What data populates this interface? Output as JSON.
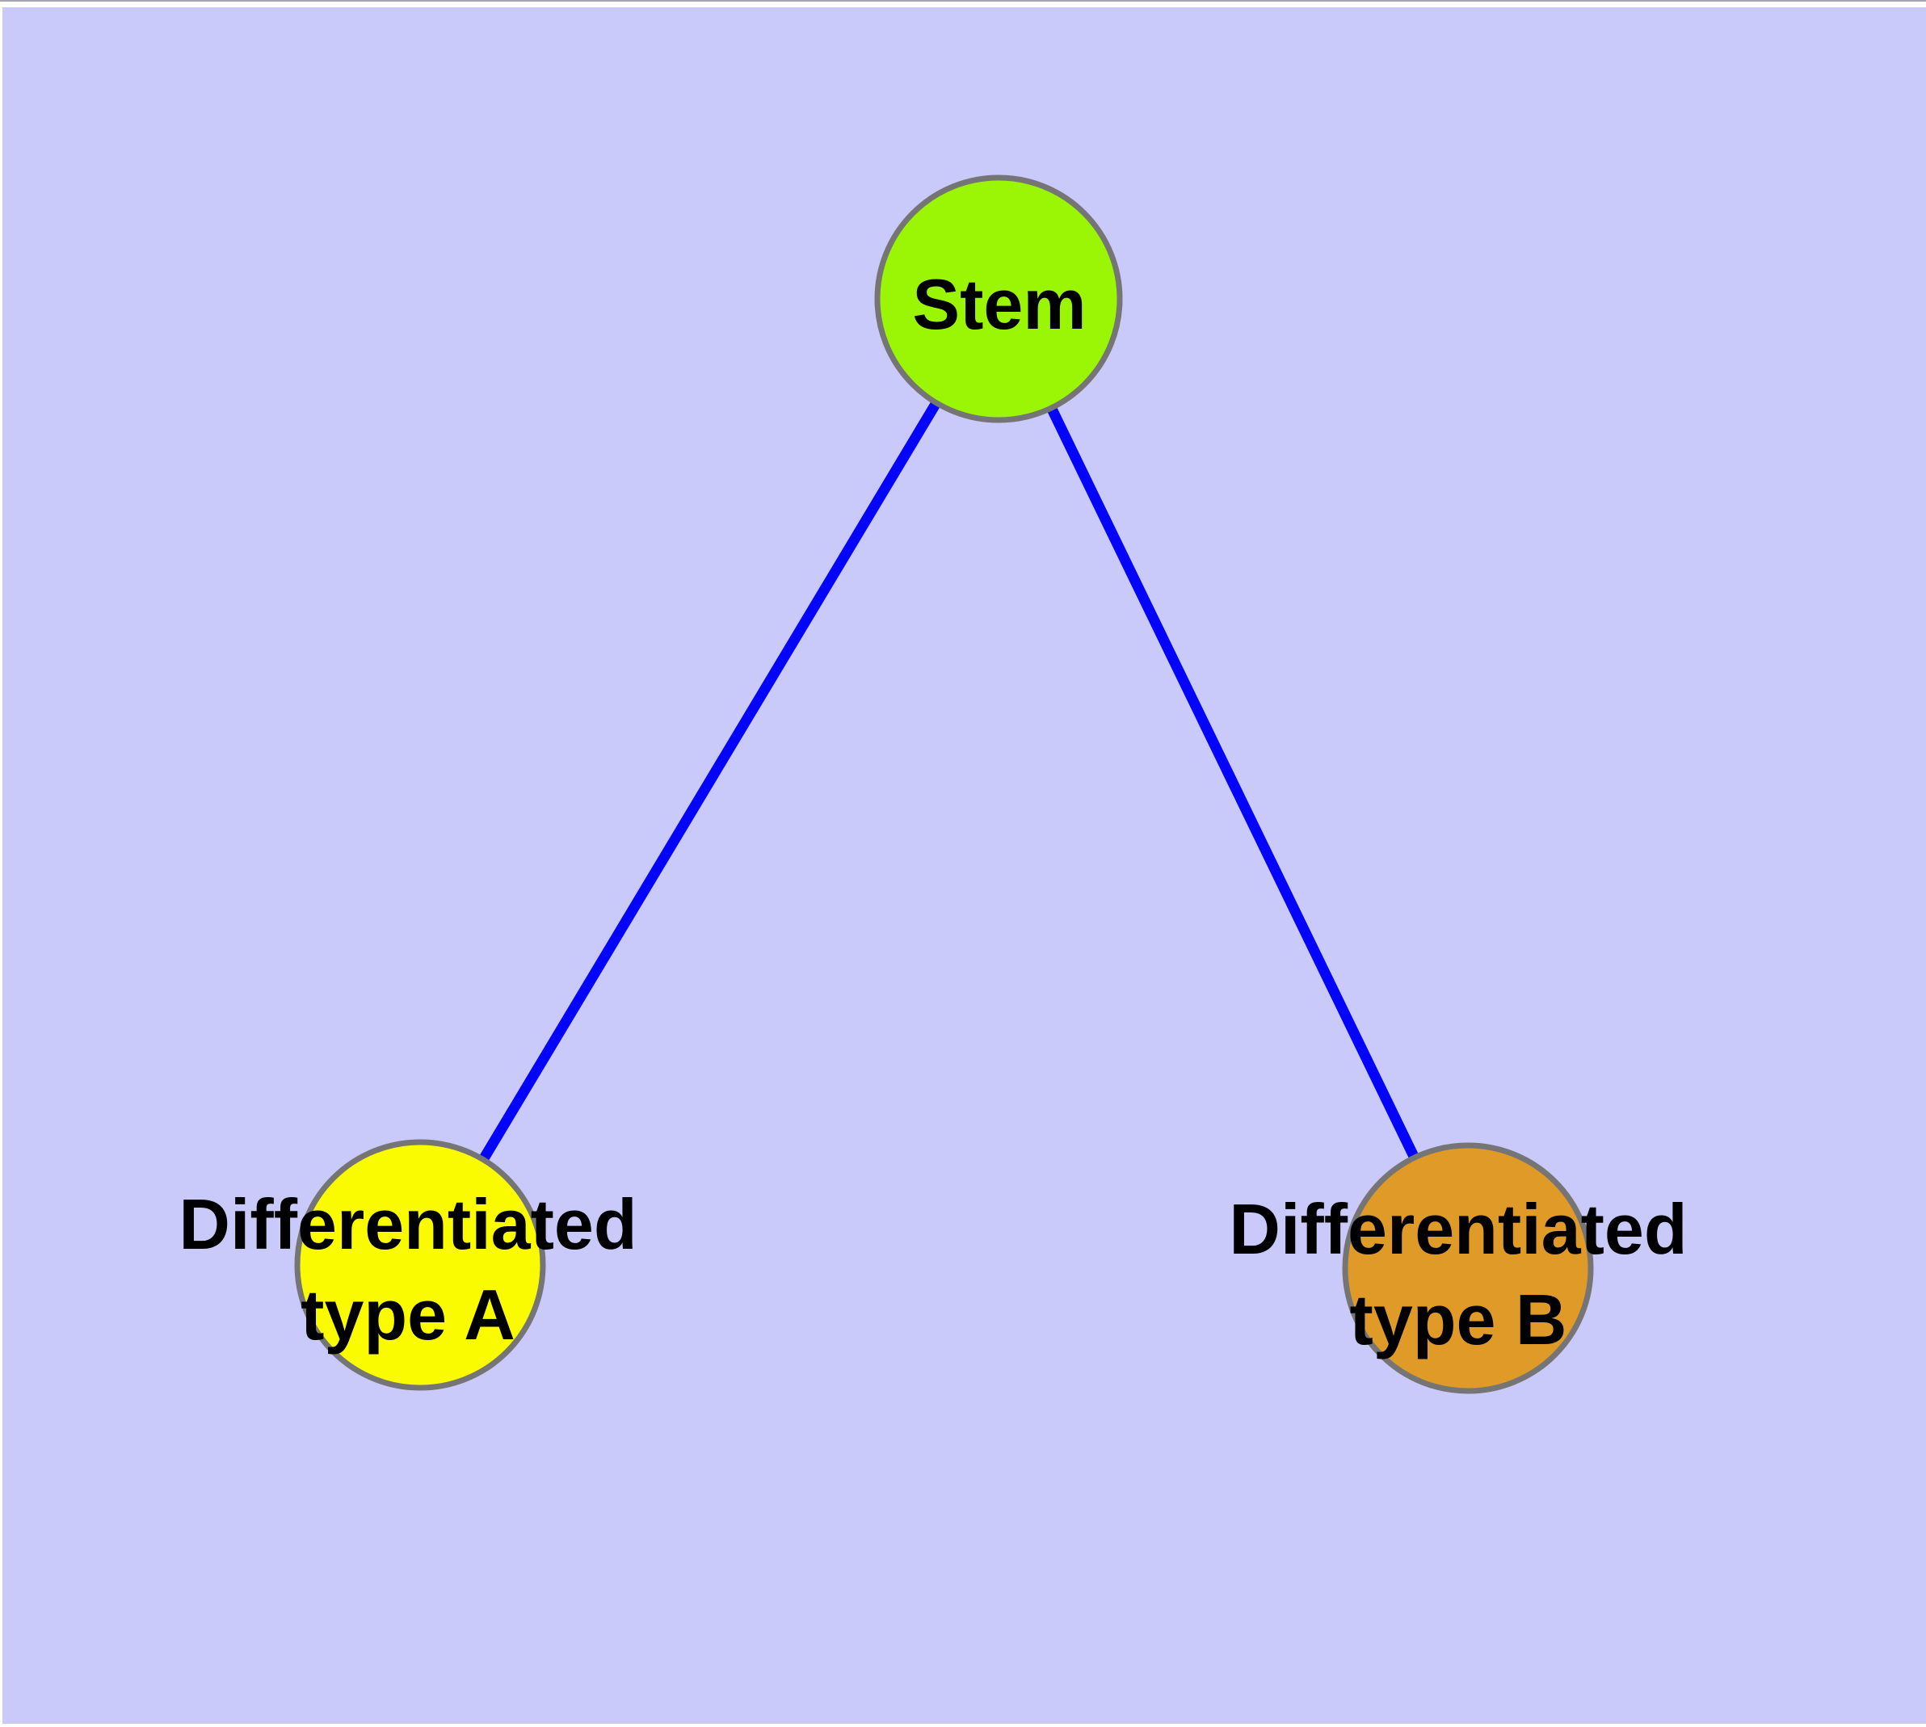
{
  "diagram": {
    "background_color": "#c9c9fa",
    "text_color": "#000000",
    "node_border_color": "#757575",
    "edge_color": "#0404fa",
    "nodes": [
      {
        "id": "stem",
        "lines": [
          "Stem"
        ],
        "fill": "#9af604"
      },
      {
        "id": "differentiated-type-a",
        "lines": [
          "Differentiated",
          "type A"
        ],
        "fill": "#fbfb00"
      },
      {
        "id": "differentiated-type-b",
        "lines": [
          "Differentiated",
          "type B"
        ],
        "fill": "#e09a28"
      }
    ],
    "edges": [
      {
        "from": "Stem",
        "to": "Differentiated type A"
      },
      {
        "from": "Stem",
        "to": "Differentiated type B"
      }
    ]
  }
}
